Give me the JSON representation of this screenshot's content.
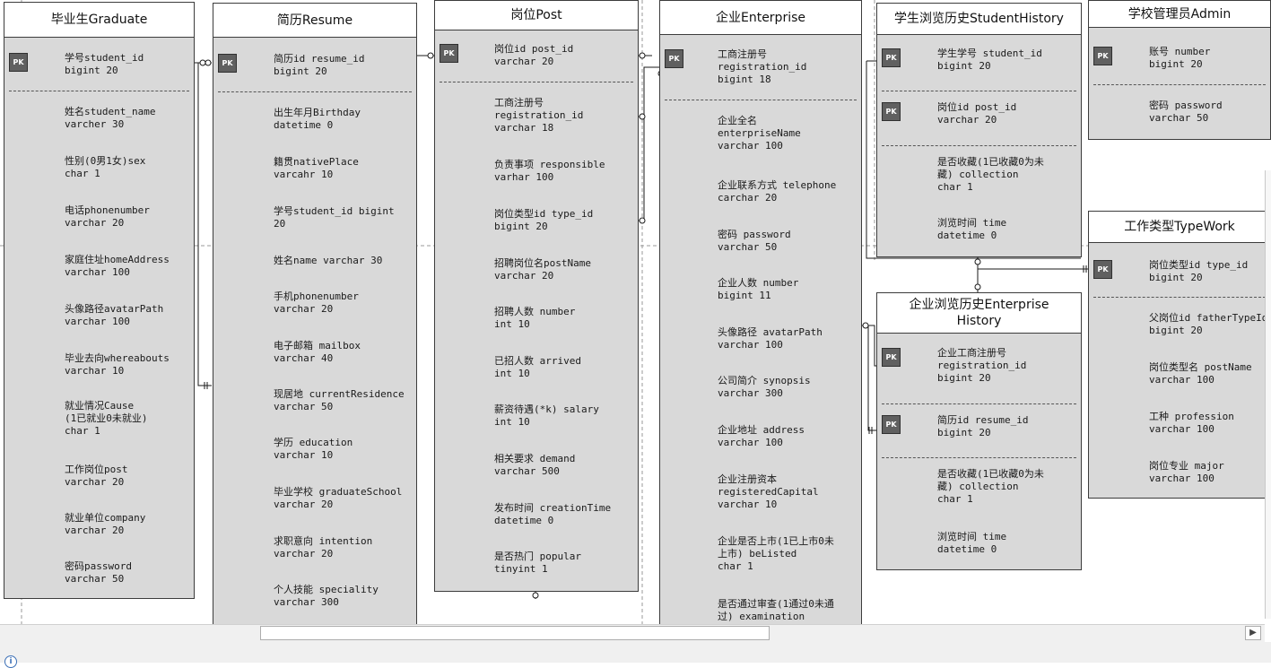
{
  "diagram": {
    "tables": [
      {
        "id": "graduate",
        "title": "毕业生Graduate",
        "fields": [
          {
            "pk": true,
            "name": "学号student_id",
            "type": "bigint 20"
          },
          {
            "name": "姓名student_name",
            "type": "varcher 30"
          },
          {
            "name": "性别(0男1女)sex",
            "type": " char 1"
          },
          {
            "name": "电话phonenumber",
            "type": "varchar 20"
          },
          {
            "name": "家庭住址homeAddress",
            "type": "varchar 100"
          },
          {
            "name": "头像路径avatarPath",
            "type": "varchar 100"
          },
          {
            "name": "毕业去向whereabouts",
            "type": "varchar 10"
          },
          {
            "name": "就业情况Cause\n(1已就业0未就业)",
            "type": "char 1"
          },
          {
            "name": "工作岗位post",
            "type": " varchar 20"
          },
          {
            "name": "就业单位company",
            "type": "varchar 20"
          },
          {
            "name": "密码password",
            "type": "varchar 50"
          }
        ]
      },
      {
        "id": "resume",
        "title": "简历Resume",
        "fields": [
          {
            "pk": true,
            "name": "简历id resume_id",
            "type": "bigint 20"
          },
          {
            "name": "出生年月Birthday",
            "type": "datetime 0"
          },
          {
            "name": "籍贯nativePlace",
            "type": "varcahr 10"
          },
          {
            "name": "学号student_id bigint\n20",
            "type": ""
          },
          {
            "name": "姓名name varchar 30",
            "type": ""
          },
          {
            "name": "手机phonenumber",
            "type": "varchar 20"
          },
          {
            "name": "电子邮箱 mailbox",
            "type": "varchar 40"
          },
          {
            "name": "现居地 currentResidence",
            "type": " varchar 50"
          },
          {
            "name": "学历 education",
            "type": "varchar 10"
          },
          {
            "name": "毕业学校 graduateSchool",
            "type": "varchar 20"
          },
          {
            "name": "求职意向 intention",
            "type": "varchar 20"
          },
          {
            "name": "个人技能 speciality",
            "type": "varchar 300"
          }
        ]
      },
      {
        "id": "post",
        "title": "岗位Post",
        "fields": [
          {
            "pk": true,
            "name": "岗位id post_id",
            "type": "varchar 20"
          },
          {
            "name": "工商注册号\nregistration_id",
            "type": "varchar 18"
          },
          {
            "name": "负责事项 responsible",
            "type": "varhar 100"
          },
          {
            "name": "岗位类型id type_id",
            "type": "bigint 20"
          },
          {
            "name": "招聘岗位名postName",
            "type": "varchar 20"
          },
          {
            "name": "招聘人数 number",
            "type": "int 10"
          },
          {
            "name": "已招人数 arrived",
            "type": "int 10"
          },
          {
            "name": "薪资待遇(*k) salary",
            "type": "int 10"
          },
          {
            "name": "相关要求 demand",
            "type": "varchar 500"
          },
          {
            "name": "发布时间 creationTime",
            "type": "datetime 0"
          },
          {
            "name": "是否热门 popular",
            "type": "tinyint 1"
          }
        ]
      },
      {
        "id": "enterprise",
        "title": "企业Enterprise",
        "fields": [
          {
            "pk": true,
            "name": "工商注册号\nregistration_id",
            "type": "bigint 18"
          },
          {
            "name": "企业全名\nenterpriseName",
            "type": "varchar 100"
          },
          {
            "name": "企业联系方式 telephone",
            "type": "carchar 20"
          },
          {
            "name": "密码 password",
            "type": "varchar 50"
          },
          {
            "name": "企业人数 number",
            "type": "bigint 11"
          },
          {
            "name": "头像路径 avatarPath",
            "type": "varchar 100"
          },
          {
            "name": "公司简介 synopsis",
            "type": "varchar 300"
          },
          {
            "name": "企业地址 address",
            "type": "varchar 100"
          },
          {
            "name": "企业注册资本\nregisteredCapital",
            "type": "varchar 10"
          },
          {
            "name": "企业是否上市(1已上市0未\n上市) beListed",
            "type": "char 1"
          },
          {
            "name": "是否通过审查(1通过0未通\n过) examination",
            "type": ""
          }
        ]
      },
      {
        "id": "student_history",
        "title": "学生浏览历史StudentHistory",
        "fields": [
          {
            "pk": true,
            "name": "学生学号 student_id",
            "type": "bigint 20"
          },
          {
            "pk": true,
            "name": "岗位id post_id",
            "type": "varchar 20"
          },
          {
            "name": "是否收藏(1已收藏0为未\n藏) collection",
            "type": "char 1"
          },
          {
            "name": "浏览时间 time",
            "type": "datetime 0"
          }
        ]
      },
      {
        "id": "admin",
        "title": "学校管理员Admin",
        "fields": [
          {
            "pk": true,
            "name": "账号 number",
            "type": "bigint 20"
          },
          {
            "name": "密码 password",
            "type": "varchar 50"
          }
        ]
      },
      {
        "id": "enterprise_history",
        "title": "企业浏览历史Enterprise\nHistory",
        "fields": [
          {
            "pk": true,
            "name": "企业工商注册号\nregistration_id",
            "type": "bigint 20"
          },
          {
            "pk": true,
            "name": "简历id resume_id",
            "type": "bigint  20"
          },
          {
            "name": "是否收藏(1已收藏0为未\n藏) collection",
            "type": "char 1"
          },
          {
            "name": "浏览时间 time",
            "type": "datetime 0"
          }
        ]
      },
      {
        "id": "type_work",
        "title": "工作类型TypeWork",
        "fields": [
          {
            "pk": true,
            "name": "岗位类型id type_id",
            "type": "bigint  20"
          },
          {
            "name": "父岗位id fatherTypeId",
            "type": "bigint 20"
          },
          {
            "name": "岗位类型名 postName",
            "type": "varchar 100"
          },
          {
            "name": "工种 profession",
            "type": "varchar 100"
          },
          {
            "name": "岗位专业 major",
            "type": "varchar 100"
          }
        ]
      }
    ],
    "pk_label": "PK"
  },
  "colors": {
    "table_fill": "#d9d9d9",
    "header_fill": "#ffffff",
    "border": "#3c3c3c",
    "pk_fill": "#606060",
    "line": "#1a1a1a"
  },
  "icons": {
    "info": "info-icon",
    "scroll_right": "scroll-right-arrow-icon"
  }
}
